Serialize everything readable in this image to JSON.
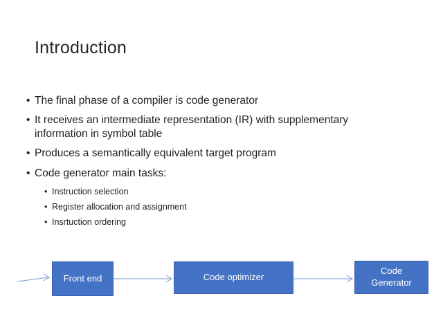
{
  "slide": {
    "title": "Introduction",
    "bullets": {
      "b1": "The final phase of a compiler is code generator",
      "b2": "It receives an intermediate representation (IR) with supplementary information in symbol table",
      "b3": "Produces a semantically equivalent target program",
      "b4": "Code generator main tasks:",
      "sub1": "Instruction selection",
      "sub2": "Register allocation and assignment",
      "sub3": "Insrtuction ordering"
    },
    "diagram": {
      "boxes": {
        "front_end": "Front end",
        "optimizer": "Code optimizer",
        "generator": "Code Generator"
      },
      "flow": "input → Front end → Code optimizer → Code Generator",
      "colors": {
        "box_fill": "#4472C4",
        "box_border": "#3A62B0",
        "arrow": "#8FAADC",
        "box_text": "#FFFFFF",
        "body_text": "#1F1F1F"
      }
    }
  }
}
